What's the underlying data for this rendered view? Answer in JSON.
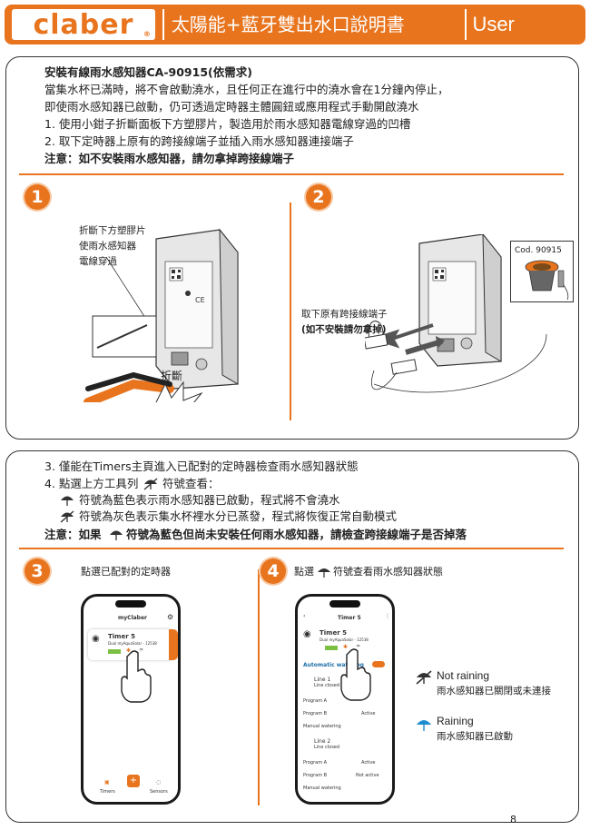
{
  "header": {
    "logo_text": "claber",
    "logo_reg": "®",
    "title_zh": "太陽能+藍牙雙出水口說明書",
    "title_en": "User manual"
  },
  "colors": {
    "accent": "#e8741e",
    "rain_blue": "#1d8ccf",
    "dark": "#1a1a1a"
  },
  "section1": {
    "heading": "安裝有線雨水感知器CA-90915(依需求)",
    "lines": [
      "當集水杯已滿時，將不會啟動澆水，且任何正在進行中的澆水會在1分鐘內停止，",
      "即使雨水感知器已啟動，仍可透過定時器主體圓鈕或應用程式手動開啟澆水",
      "1. 使用小鉗子折斷面板下方塑膠片，製造用於雨水感知器電線穿過的凹槽",
      "2. 取下定時器上原有的跨接線端子並插入雨水感知器連接端子"
    ],
    "note": "注意：如不安裝雨水感知器，請勿拿掉跨接線端子"
  },
  "step1": {
    "number": "1",
    "label_lines": [
      "折斷下方塑膠片",
      "使雨水感知器",
      "電線穿過"
    ],
    "break_label": "折斷"
  },
  "step2": {
    "number": "2",
    "label_line1": "取下原有跨接線端子",
    "label_line2": "(如不安裝請勿拿掉)",
    "cod_label": "Cod. 90915"
  },
  "section2": {
    "lines": [
      "3. 僅能在Timers主頁進入已配對的定時器檢查雨水感知器狀態",
      "4. 點選上方工具列",
      "符號查看："
    ],
    "sub1": "符號為藍色表示雨水感知器已啟動，程式將不會澆水",
    "sub2": "符號為灰色表示集水杯裡水分已蒸發，程式將恢復正常自動模式",
    "note_a": "注意：如果",
    "note_b": "符號為藍色但尚未安裝任何雨水感知器，請檢查跨接線端子是否掉落"
  },
  "step3": {
    "number": "3",
    "caption": "點選已配對的定時器",
    "phone": {
      "app_title": "myClaber",
      "timer_name": "Timer 5",
      "timer_sub": "Dual myAquaSolar - 12538",
      "tab_timers": "Timers",
      "tab_sensors": "Sensors"
    }
  },
  "step4": {
    "number": "4",
    "caption_a": "點選",
    "caption_b": "符號查看雨水感知器狀態",
    "phone": {
      "title": "Timer 5",
      "timer_name": "Timer 5",
      "timer_sub": "Dual myAquaSolar - 12538",
      "auto_watering": "Automatic watering",
      "line1": "Line 1",
      "line1_status": "Line closed",
      "prog_a1": "Program A",
      "prog_b1": "Program B",
      "prog_b1_status": "Active",
      "manual1": "Manual watering",
      "line2": "Line 2",
      "line2_status": "Line closed",
      "prog_a2": "Program A",
      "prog_a2_status": "Active",
      "prog_b2": "Program B",
      "prog_b2_status": "Not active",
      "manual2": "Manual watering"
    }
  },
  "legend": {
    "not_raining_title": "Not raining",
    "not_raining_desc": "雨水感知器已關閉或未連接",
    "raining_title": "Raining",
    "raining_desc": "雨水感知器已啟動"
  },
  "page_number": "8"
}
